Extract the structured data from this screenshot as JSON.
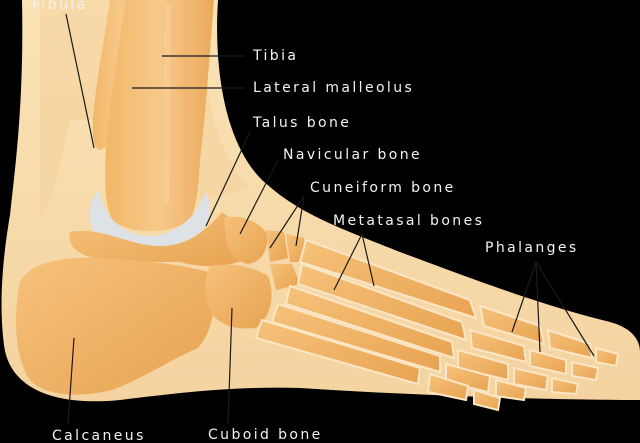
{
  "labels": {
    "fibula": "Fibula",
    "tibia": "Tibia",
    "lateral_malleolus": "Lateral  malleolus",
    "talus": "Talus  bone",
    "navicular": "Navicular bone",
    "cuneiform": "Cuneiform bone",
    "metatarsal": "Metatasal bones",
    "phalanges": "Phalanges",
    "calcaneus": "Calcaneus",
    "cuboid": "Cuboid bone"
  },
  "colors": {
    "background": "#000000",
    "skin": "#f8dcaa",
    "skin_shadow": "#efc98c",
    "bone": "#f0b15e",
    "bone_light": "#f6c580",
    "bone_dark": "#e09a45",
    "cartilage": "#dde2e6",
    "leader_line": "#1a1a1a",
    "label_text": "#f2f2f2"
  }
}
